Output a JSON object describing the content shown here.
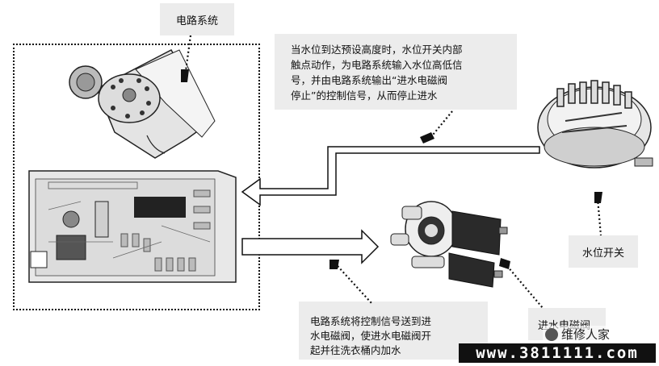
{
  "labels": {
    "circuit_system": "电路系统",
    "water_switch": "水位开关",
    "inlet_valve": "进水电磁阀"
  },
  "callouts": {
    "top_right": [
      "当水位到达预设高度时，水位开关内部",
      "触点动作，为电路系统输入水位高低信",
      "号，并由电路系统输出“进水电磁阀",
      "停止”的控制信号，从而停止进水"
    ],
    "bottom": [
      "电路系统将控制信号送到进",
      "水电磁阀，使进水电磁阀开",
      "起并往洗衣桶内加水"
    ]
  },
  "watermark": {
    "url": "www.3811111.com",
    "brand": "维修人家"
  },
  "colors": {
    "callout_bg": "#ececec",
    "line": "#111111"
  }
}
